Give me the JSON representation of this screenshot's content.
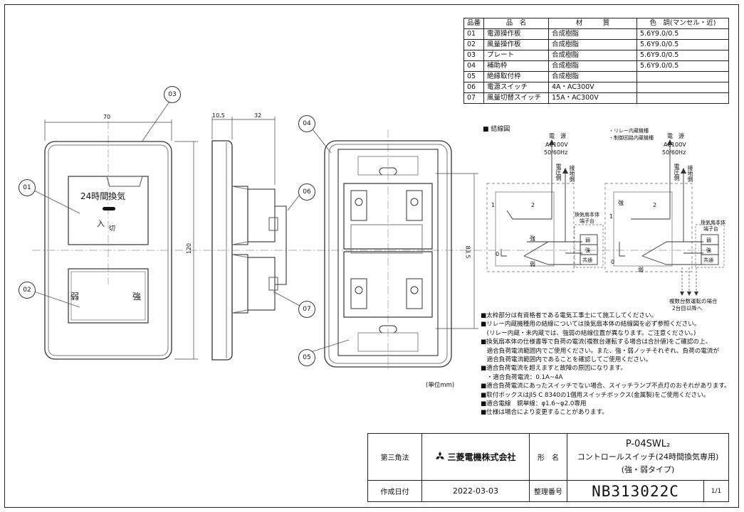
{
  "parts_table": {
    "headers": [
      "品番",
      "品　名",
      "材　　　質",
      "色　調(マンセル・近)"
    ],
    "rows": [
      [
        "01",
        "電源操作板",
        "合成樹脂",
        "5.6Y9.0/0.5"
      ],
      [
        "02",
        "風量操作板",
        "合成樹脂",
        "5.6Y9.0/0.5"
      ],
      [
        "03",
        "プレート",
        "合成樹脂",
        "5.6Y9.0/0.5"
      ],
      [
        "04",
        "補助枠",
        "合成樹脂",
        "5.6Y9.0/0.5"
      ],
      [
        "05",
        "絶縁取付枠",
        "合成樹脂",
        ""
      ],
      [
        "06",
        "電源スイッチ",
        "4A・AC300V",
        ""
      ],
      [
        "07",
        "風量切替スイッチ",
        "15A・AC300V",
        ""
      ]
    ]
  },
  "front_view": {
    "dim_width": "70",
    "dim_height": "120",
    "switch_label": "24時間換気",
    "on_off": "入",
    "off_label": "切",
    "weak": "弱",
    "strong": "強"
  },
  "side_view": {
    "dim_a": "10.5",
    "dim_b": "32"
  },
  "back_view": {
    "dim_pitch": "83.5"
  },
  "callouts": [
    "01",
    "02",
    "03",
    "04",
    "05",
    "06",
    "07"
  ],
  "wiring": {
    "heading": "■ 結線図",
    "relay_note_1": "・リレー内蔵機種",
    "relay_note_2": "・制御回路内蔵機種",
    "power": "電　源",
    "voltage": "AC100V",
    "freq": "50/60Hz",
    "live_side": "電圧側",
    "ground_side": "接地側",
    "fan_body": "換気扇本体",
    "terminal_block": "端子台",
    "t_weak": "弱",
    "t_strong": "強",
    "t_common": "共通",
    "sw_strong": "強",
    "sw_weak": "弱",
    "n1": "1",
    "n2": "2",
    "n0": "0",
    "multi_unit_1": "複数台数運転の場合",
    "multi_unit_2": "2台目以降へ"
  },
  "unit_note": "(単位mm)",
  "notes": [
    "■太枠部分は有資格者である電気工事士にて施工してください。",
    "■リレー内蔵機種用の結線については換気扇本体の結線図を必ず参照ください。",
    "　(リレー内蔵・未内蔵では、強弱の結線位置が異なります。ご注意ください。)",
    "■換気扇本体の仕様書等で負荷の電流(複数台運転する場合は合計値)をご確認の上、",
    "　適合負荷電流範囲内でご使用ください。また、強・弱ノッチそれぞれ、負荷の電流が",
    "　適合負荷電流範囲内であることを確認してご使用ください。",
    "■適合負荷電流を超えますと故障の原因になります。",
    "　・適合負荷電流：0.1A~4A",
    "■適合負荷電流にあったスイッチでない場合、スイッチランプ不点灯のおそれがあります。",
    "■取付ボックスはJIS C 8340の1個用スイッチボックス(金属製)をご使用ください。",
    "■適合電線　銅単線：φ1.6~φ2.0専用",
    "■仕様は場合により変更することがあります。"
  ],
  "title_block": {
    "projection": "第三角法",
    "company": "三菱電機株式会社",
    "model_label": "形　名",
    "model": "P-04SWL₂",
    "product_1": "コントロールスイッチ(24時間換気専用)",
    "product_2": "(強・弱タイプ)",
    "date_label": "作成日付",
    "date": "2022-03-03",
    "doc_no_label": "整理番号",
    "doc_no": "NB313022C",
    "sheet": "1/1"
  }
}
